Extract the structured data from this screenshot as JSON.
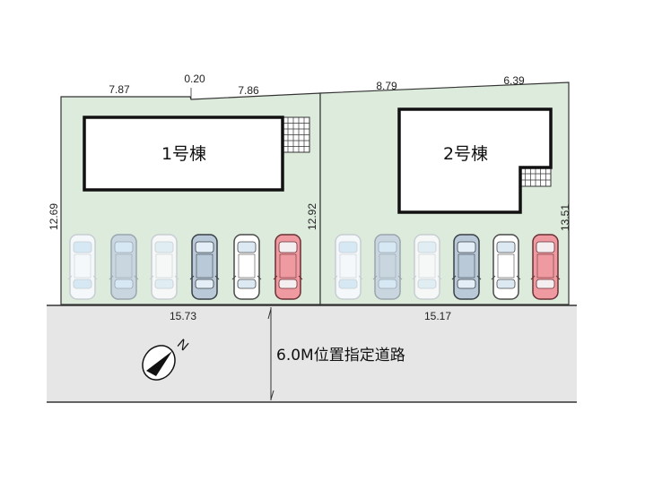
{
  "colors": {
    "lot_fill": "#dcebdc",
    "road_fill": "#e6e6e6",
    "outline": "#333333"
  },
  "lot1": {
    "building_label": "1号棟",
    "dimensions": {
      "top_left": "7.87",
      "jog": "0.20",
      "top_right": "7.86",
      "left": "12.69",
      "right": "12.92",
      "frontage": "15.73"
    },
    "cars": [
      {
        "body": "#f4f8fb",
        "outline": "#c8cdd2",
        "window": "#d6e8f3"
      },
      {
        "body": "#c9d6e0",
        "outline": "#9aa5ae",
        "window": "#d6e8f3"
      },
      {
        "body": "#f6f8f8",
        "outline": "#c8cdd2",
        "window": "#e0eef3"
      },
      {
        "body": "#b9c9d8",
        "outline": "#3a3f46",
        "window": "#e4eef6"
      },
      {
        "body": "#ffffff",
        "outline": "#4a4a4a",
        "window": "#dce9f2"
      },
      {
        "body": "#ef9aa0",
        "outline": "#6a3034",
        "window": "#f4eef0"
      }
    ]
  },
  "lot2": {
    "building_label": "2号棟",
    "dimensions": {
      "top_left": "8.79",
      "top_right": "6.39",
      "right": "13.51",
      "frontage": "15.17"
    },
    "cars": [
      {
        "body": "#f4f8fb",
        "outline": "#c8cdd2",
        "window": "#d6e8f3"
      },
      {
        "body": "#c9d6e0",
        "outline": "#9aa5ae",
        "window": "#d6e8f3"
      },
      {
        "body": "#f6f8f8",
        "outline": "#c8cdd2",
        "window": "#e0eef3"
      },
      {
        "body": "#b9c9d8",
        "outline": "#3a3f46",
        "window": "#e4eef6"
      },
      {
        "body": "#ffffff",
        "outline": "#4a4a4a",
        "window": "#dce9f2"
      },
      {
        "body": "#ef9aa0",
        "outline": "#6a3034",
        "window": "#f4eef0"
      }
    ]
  },
  "road": {
    "label": "6.0M位置指定道路"
  },
  "compass": {
    "letter": "N"
  }
}
